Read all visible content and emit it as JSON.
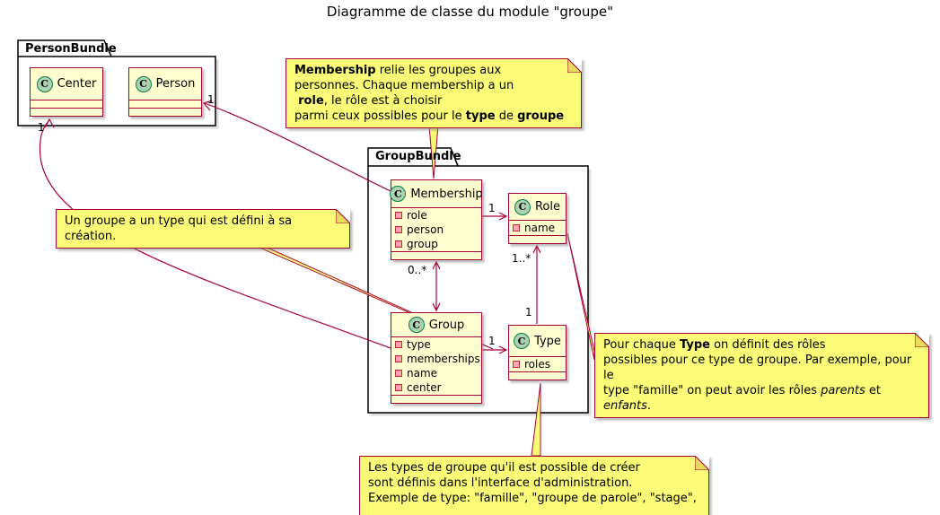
{
  "title": "Diagramme de classe du module \"groupe\"",
  "packages": {
    "person_bundle": {
      "name": "PersonBundle"
    },
    "group_bundle": {
      "name": "GroupBundle"
    }
  },
  "classes": {
    "center": {
      "stereotype": "C",
      "name": "Center",
      "attributes": []
    },
    "person": {
      "stereotype": "C",
      "name": "Person",
      "attributes": []
    },
    "membership": {
      "stereotype": "C",
      "name": "Membership",
      "attributes": [
        "role",
        "person",
        "group"
      ]
    },
    "role": {
      "stereotype": "C",
      "name": "Role",
      "attributes": [
        "name"
      ]
    },
    "group": {
      "stereotype": "C",
      "name": "Group",
      "attributes": [
        "type",
        "memberships",
        "name",
        "center"
      ]
    },
    "type": {
      "stereotype": "C",
      "name": "Type",
      "attributes": [
        "roles"
      ]
    }
  },
  "multiplicities": {
    "membership_person": "1",
    "group_center": "1",
    "membership_role": "1",
    "membership_group": "0..*",
    "group_type": "1",
    "type_role_source": "1",
    "type_role_target": "1..*"
  },
  "notes": {
    "membership_note": {
      "l1b": "Membership",
      "l1r": " relie les groupes aux",
      "l2": "personnes. Chaque membership a un",
      "l3a": " ",
      "l3b": "role",
      "l3c": ", le rôle est à choisir",
      "l4a": "parmi ceux possibles pour le ",
      "l4b": "type",
      "l4c": " de ",
      "l4d": "groupe"
    },
    "group_note": {
      "text": "Un groupe a un type qui est défini à sa création."
    },
    "role_note": {
      "l1a": "Pour chaque ",
      "l1b": "Type",
      "l1c": " on définit des rôles",
      "l2": "possibles pour ce type de groupe. Par exemple, pour le",
      "l3a": "type \"famille\" on peut avoir les rôles ",
      "l3i1": "parents",
      "l3b": " et ",
      "l3i2": "enfants",
      "l3c": "."
    },
    "type_note": {
      "l1": "Les types de groupe qu'il est possible de créer",
      "l2": "sont définis dans l'interface d'administration.",
      "l3": "Exemple de type: \"famille\", \"groupe de parole\", \"stage\", ..."
    }
  },
  "colors": {
    "class_bg": "#FEFECE",
    "class_border": "#A80036",
    "note_bg": "#FBFB77",
    "icon_bg": "#ADD1B2",
    "package_border": "#000000",
    "arrow": "#A80036"
  }
}
